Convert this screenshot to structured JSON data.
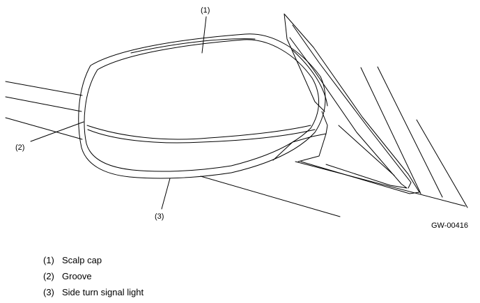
{
  "figure": {
    "code": "GW-00416",
    "callouts": [
      "(1)",
      "(2)",
      "(3)"
    ]
  },
  "legend": [
    {
      "num": "(1)",
      "label": "Scalp cap"
    },
    {
      "num": "(2)",
      "label": "Groove"
    },
    {
      "num": "(3)",
      "label": "Side turn signal light"
    }
  ]
}
